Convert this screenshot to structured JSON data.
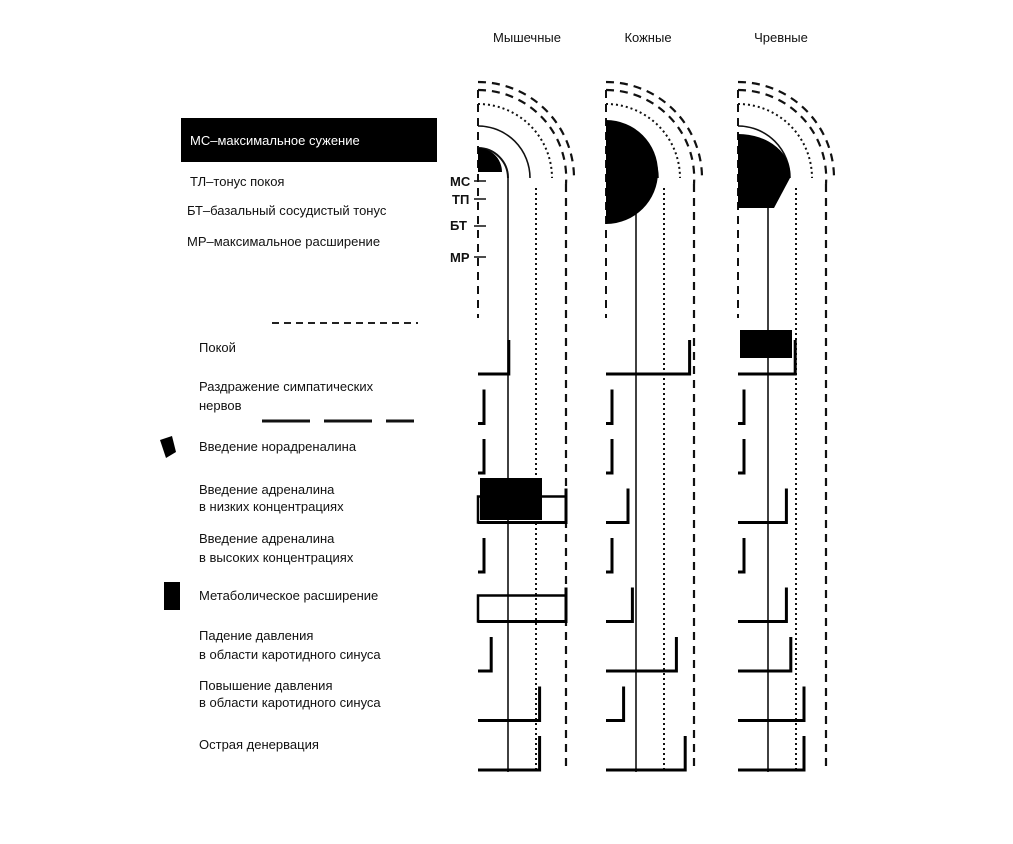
{
  "columns": [
    {
      "id": "muscle",
      "label": "Мышечные"
    },
    {
      "id": "skin",
      "label": "Кожные"
    },
    {
      "id": "visceral",
      "label": "Чревные"
    }
  ],
  "legend": [
    "МС–максимальное сужение",
    "ТЛ–тонус покоя",
    "БТ–базальный сосудистый тонус",
    "МР–максимальное расширение"
  ],
  "levels": [
    "МС",
    "ТП",
    "БТ",
    "МР"
  ],
  "conditions": [
    {
      "label": [
        "Покой"
      ],
      "values": {
        "muscle": 0.35,
        "skin": 0.95,
        "visceral": 0.65
      }
    },
    {
      "label": [
        "Раздражение симпатических",
        "нервов"
      ],
      "values": {
        "muscle": 0.05,
        "skin": 0.05,
        "visceral": 0.05
      }
    },
    {
      "label": [
        "Введение норадреналина"
      ],
      "values": {
        "muscle": 0.05,
        "skin": 0.05,
        "visceral": 0.05
      }
    },
    {
      "label": [
        "Введение адреналина",
        "в низких концентрациях"
      ],
      "values": {
        "muscle": 1.0,
        "skin": 0.25,
        "visceral": 0.55
      }
    },
    {
      "label": [
        "Введение адреналина",
        "в высоких концентрациях"
      ],
      "values": {
        "muscle": 0.05,
        "skin": 0.05,
        "visceral": 0.05
      }
    },
    {
      "label": [
        "Метаболическое расширение"
      ],
      "values": {
        "muscle": 1.0,
        "skin": 0.3,
        "visceral": 0.55
      }
    },
    {
      "label": [
        "Падение давления",
        "в области каротидного синуса"
      ],
      "values": {
        "muscle": 0.15,
        "skin": 0.8,
        "visceral": 0.6
      }
    },
    {
      "label": [
        "Повышение давления",
        "в области каротидного синуса"
      ],
      "values": {
        "muscle": 0.7,
        "skin": 0.2,
        "visceral": 0.75
      }
    },
    {
      "label": [
        "Острая денервация"
      ],
      "values": {
        "muscle": 0.7,
        "skin": 0.9,
        "visceral": 0.75
      }
    }
  ]
}
